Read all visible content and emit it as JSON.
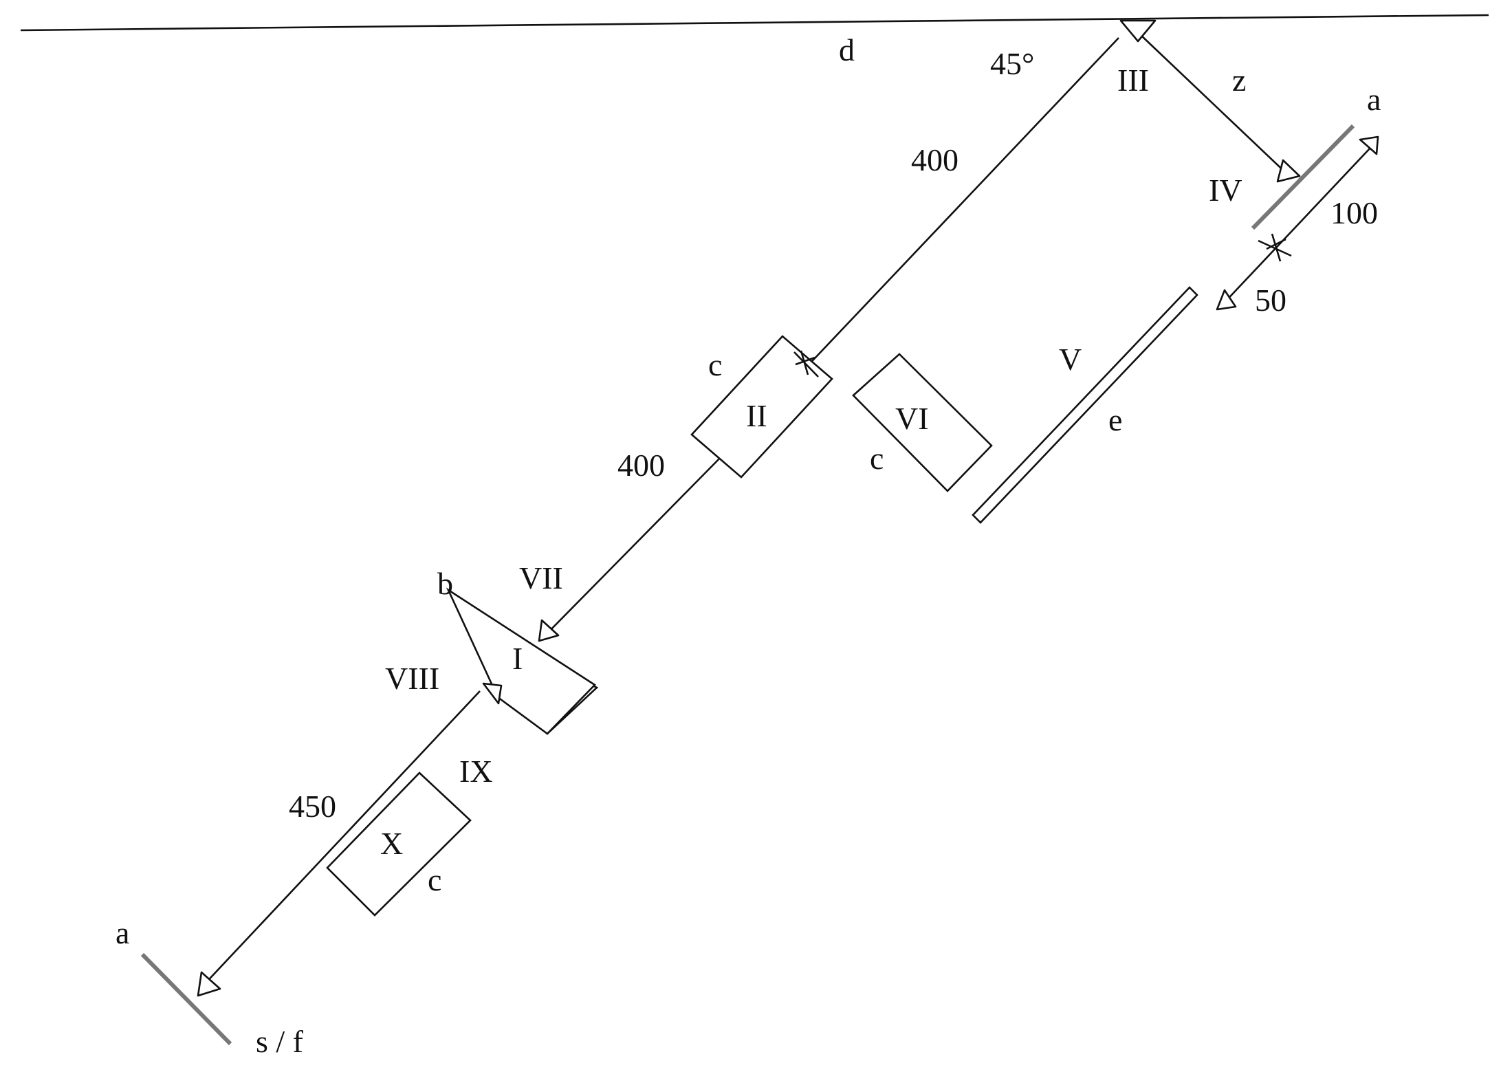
{
  "diagram": {
    "labels": {
      "d": "d",
      "deg45": "45°",
      "III": "III",
      "z": "z",
      "a_top": "a",
      "IV": "IV",
      "d100": "100",
      "d50": "50",
      "d400_top": "400",
      "c_II": "c",
      "II": "II",
      "VI": "VI",
      "c_VI": "c",
      "V": "V",
      "e": "e",
      "d400_mid": "400",
      "b": "b",
      "VII": "VII",
      "I": "I",
      "VIII": "VIII",
      "IX": "IX",
      "d450": "450",
      "X": "X",
      "c_X": "c",
      "a_bottom": "a",
      "sf": "s / f"
    },
    "colors": {
      "line": "#111111",
      "mirror": "#777777",
      "background": "#ffffff"
    },
    "icons": [
      "arrow-head-icon",
      "shutter-cross-icon",
      "mirror-icon"
    ]
  }
}
